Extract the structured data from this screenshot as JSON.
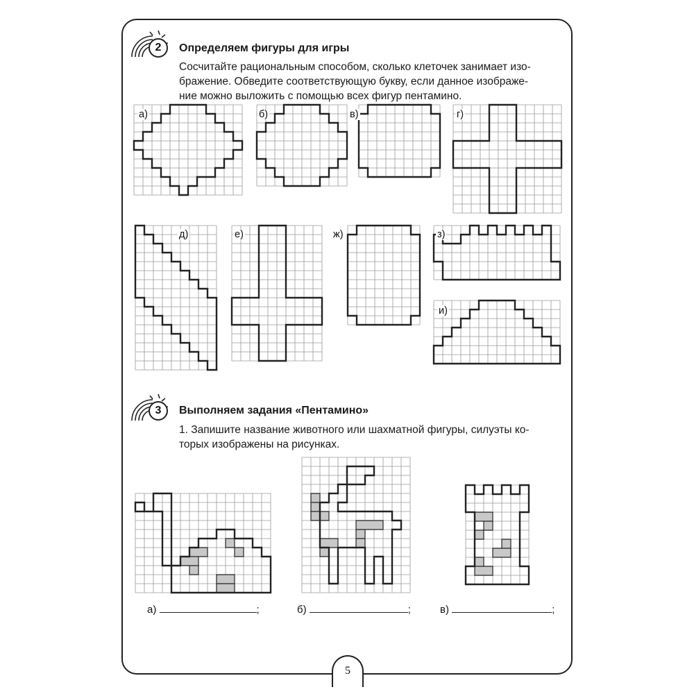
{
  "task2": {
    "number": "2",
    "title": "Определяем фигуры для игры",
    "lines": [
      "Сосчитайте рациональным способом, сколько клеточек занимает изо-",
      "бражение. Обведите соответствующую букву, если данное изображе-",
      "ние можно выложить с помощью всех фигур пентамино."
    ],
    "labels": [
      "а)",
      "б)",
      "в)",
      "г)",
      "д)",
      "е)",
      "ж)",
      "з)",
      "и)"
    ]
  },
  "task3": {
    "number": "3",
    "title": "Выполняем задания «Пентамино»",
    "lines": [
      "1. Запишите название животного или шахматной фигуры, силуэты ко-",
      "торых изображены на рисунках."
    ],
    "answers": [
      "а)",
      "б)",
      "в)"
    ],
    "semicolon": ";"
  },
  "page_number": "5",
  "colors": {
    "ink": "#222222",
    "grid": "#9a9a9a",
    "fill": "#c8c8c8"
  }
}
